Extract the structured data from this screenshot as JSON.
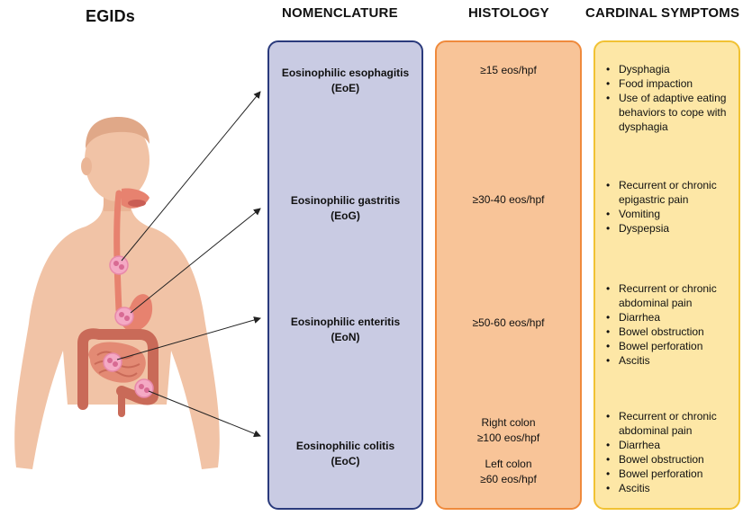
{
  "headers": {
    "egids": "EGIDs",
    "nomenclature": "NOMENCLATURE",
    "histology": "HISTOLOGY",
    "cardinal_symptoms": "CARDINAL SYMPTOMS"
  },
  "rows": [
    {
      "name": "Eosinophilic esophagitis",
      "abbr": "(EoE)",
      "histology": [
        "≥15 eos/hpf"
      ],
      "symptoms": [
        "Dysphagia",
        "Food impaction",
        "Use of adaptive eating behaviors to cope with dysphagia"
      ]
    },
    {
      "name": "Eosinophilic gastritis",
      "abbr": "(EoG)",
      "histology": [
        "≥30-40 eos/hpf"
      ],
      "symptoms": [
        "Recurrent or chronic epigastric pain",
        "Vomiting",
        "Dyspepsia"
      ]
    },
    {
      "name": "Eosinophilic enteritis",
      "abbr": "(EoN)",
      "histology": [
        "≥50-60 eos/hpf"
      ],
      "symptoms": [
        "Recurrent or chronic abdominal pain",
        "Diarrhea",
        "Bowel obstruction",
        "Bowel perforation",
        "Ascitis"
      ]
    },
    {
      "name": "Eosinophilic colitis",
      "abbr": "(EoC)",
      "histology_groups": [
        [
          "Right colon",
          "≥100 eos/hpf"
        ],
        [
          "Left colon",
          "≥60 eos/hpf"
        ]
      ],
      "symptoms": [
        "Recurrent or chronic abdominal pain",
        "Diarrhea",
        "Bowel obstruction",
        "Bowel perforation",
        "Ascitis"
      ]
    }
  ],
  "colors": {
    "nomenclature_fill": "#c9cbe3",
    "nomenclature_border": "#2a3a7c",
    "histology_fill": "#f8c498",
    "histology_border": "#ef8a3c",
    "symptoms_fill": "#fde7a6",
    "symptoms_border": "#f1c233",
    "skin": "#f1c3a6",
    "digestive_tract": "#e7826f",
    "eosinophil": "#f4a9c4"
  }
}
